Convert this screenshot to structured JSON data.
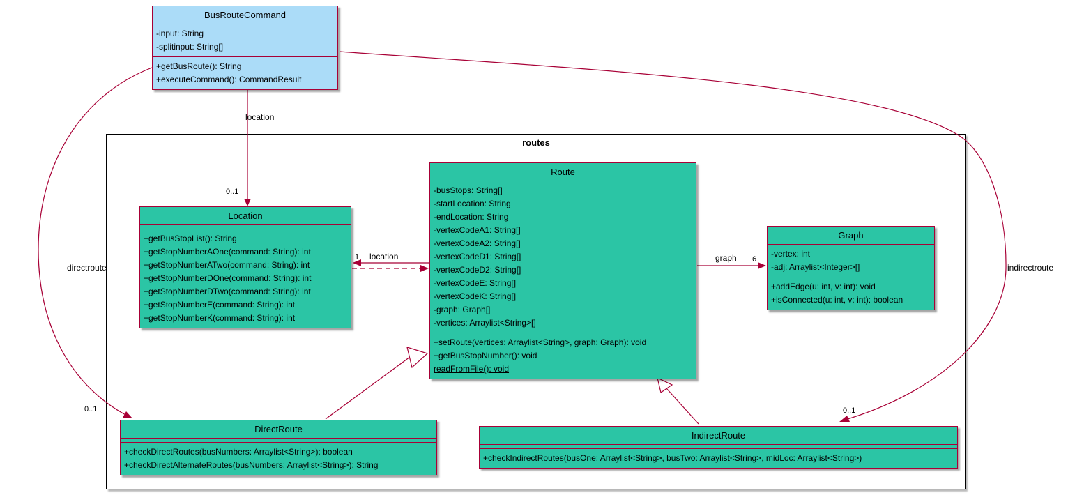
{
  "frame": {
    "title": "routes"
  },
  "colors": {
    "class_fill": "#2BC5A5",
    "command_fill": "#ABDCF8",
    "edge": "#A80036",
    "frame_border": "#000000",
    "text": "#000000",
    "canvas": "#FFFFFF"
  },
  "classes": [
    {
      "name": "BusRouteCommand",
      "attributes": [
        "-input: String",
        "-splitinput: String[]"
      ],
      "methods": [
        "+getBusRoute(): String",
        "+executeCommand(): CommandResult"
      ]
    },
    {
      "name": "Location",
      "attributes": [],
      "methods": [
        "+getBusStopList(): String",
        "+getStopNumberAOne(command: String): int",
        "+getStopNumberATwo(command: String): int",
        "+getStopNumberDOne(command: String): int",
        "+getStopNumberDTwo(command: String): int",
        "+getStopNumberE(command: String): int",
        "+getStopNumberK(command: String): int"
      ]
    },
    {
      "name": "Route",
      "attributes": [
        "-busStops: String[]",
        "-startLocation: String",
        "-endLocation: String",
        "-vertexCodeA1: String[]",
        "-vertexCodeA2: String[]",
        "-vertexCodeD1: String[]",
        "-vertexCodeD2: String[]",
        "-vertexCodeE: String[]",
        "-vertexCodeK: String[]",
        "-graph: Graph[]",
        "-vertices: Arraylist<String>[]"
      ],
      "methods": [
        "+setRoute(vertices: Arraylist<String>, graph: Graph): void",
        "+getBusStopNumber(): void",
        {
          "text": "readFromFile(): void",
          "underline": true
        }
      ]
    },
    {
      "name": "Graph",
      "attributes": [
        "-vertex: int",
        "-adj: Arraylist<Integer>[]"
      ],
      "methods": [
        "+addEdge(u: int, v: int): void",
        "+isConnected(u: int, v: int): boolean"
      ]
    },
    {
      "name": "DirectRoute",
      "attributes": [],
      "methods": [
        "+checkDirectRoutes(busNumbers: Arraylist<String>): boolean",
        "+checkDirectAlternateRoutes(busNumbers: Arraylist<String>): String"
      ]
    },
    {
      "name": "IndirectRoute",
      "attributes": [],
      "methods": [
        "+checkIndirectRoutes(busOne: Arraylist<String>, busTwo: Arraylist<String>, midLoc: Arraylist<String>)"
      ]
    }
  ],
  "edges": [
    {
      "name": "busroutecommand-to-location",
      "label": "location",
      "multiplicity": "0..1"
    },
    {
      "name": "location-route-association",
      "label": "location",
      "multiplicity": "1"
    },
    {
      "name": "route-to-graph",
      "label": "graph",
      "multiplicity": "6"
    },
    {
      "name": "busroutecommand-to-directroute",
      "label": "directroute",
      "multiplicity": "0..1"
    },
    {
      "name": "busroutecommand-to-indirectroute",
      "label": "indirectroute",
      "multiplicity": "0..1"
    },
    {
      "name": "directroute-extends-route"
    },
    {
      "name": "indirectroute-extends-route"
    }
  ]
}
